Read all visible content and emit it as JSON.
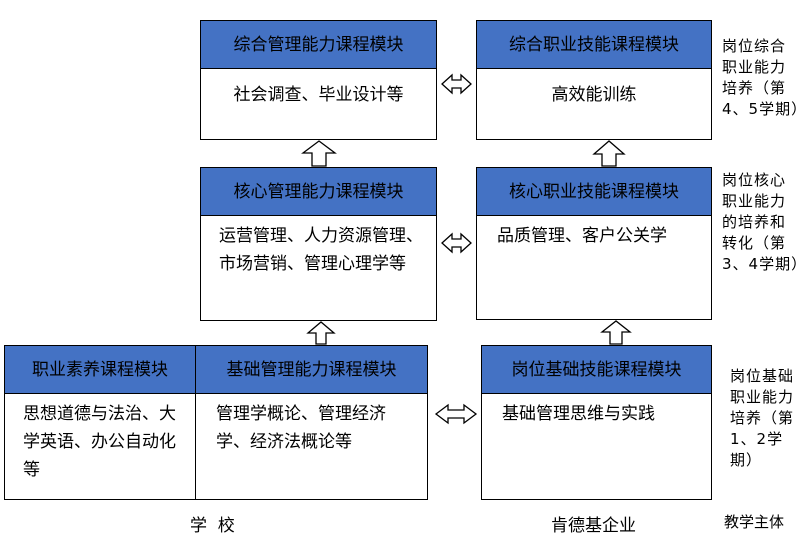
{
  "school_modules": {
    "comprehensive": {
      "title": "综合管理能力课程模块",
      "body": "社会调查、毕业设计等"
    },
    "core": {
      "title": "核心管理能力课程模块",
      "body": "运营管理、人力资源管理、市场营销、管理心理学等"
    },
    "quality": {
      "title": "职业素养课程模块",
      "body": "思想道德与法治、大学英语、办公自动化等"
    },
    "basic": {
      "title": "基础管理能力课程模块",
      "body": "管理学概论、管理经济学、经济法概论等"
    }
  },
  "enterprise_modules": {
    "comprehensive": {
      "title": "综合职业技能课程模块",
      "body": "高效能训练"
    },
    "core": {
      "title": "核心职业技能课程模块",
      "body": "品质管理、客户公关学"
    },
    "basic": {
      "title": "岗位基础技能课程模块",
      "body": "基础管理思维与实践"
    }
  },
  "stage_labels": {
    "comprehensive": "岗位综合职业能力培养（第4、5学期）",
    "core": "岗位核心职业能力的培养和转化（第3、4学期）",
    "basic": "岗位基础职业能力培养（第1、2学期）"
  },
  "footer": {
    "school": "学  校",
    "enterprise": "肯德基企业",
    "subject": "教学主体"
  },
  "colors": {
    "module_header": "#4472c4",
    "border": "#000000"
  }
}
